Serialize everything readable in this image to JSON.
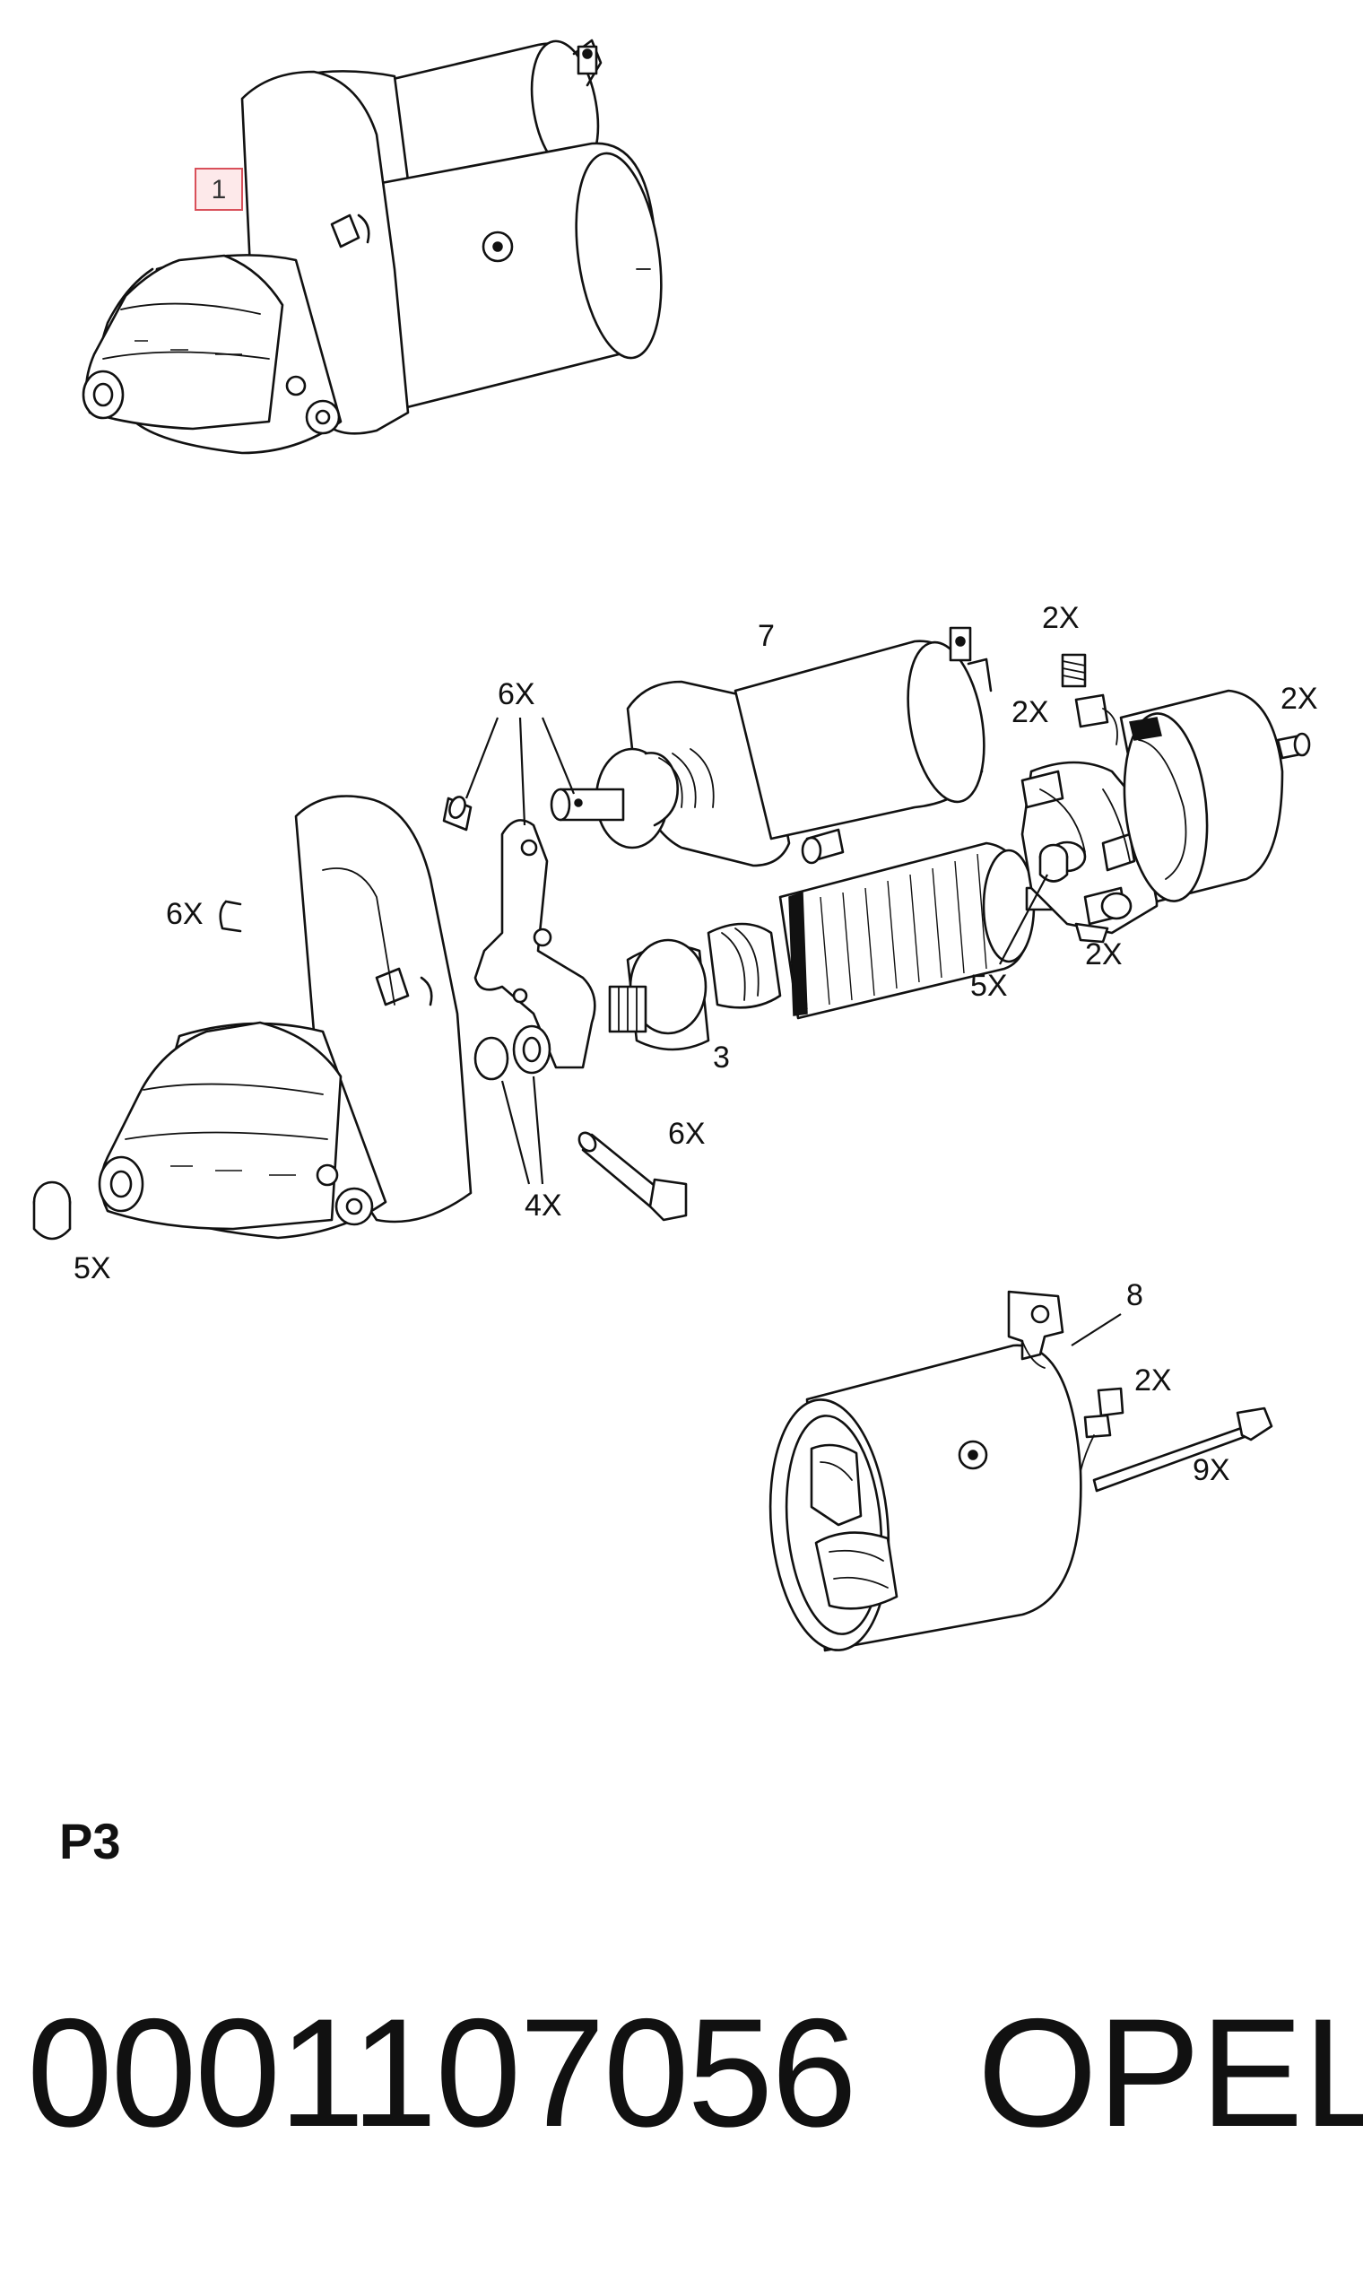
{
  "callout": {
    "item": "1"
  },
  "labels": {
    "pin": "6X",
    "washer_left": "6X",
    "bushing_left": "5X",
    "lever_parts": "4X",
    "bolt": "6X",
    "solenoid": "7",
    "armature": "3",
    "brush_bushing": "5X",
    "spring_top": "2X",
    "brush_top": "2X",
    "screw_right": "2X",
    "brush_bottom": "2X",
    "field_link": "8",
    "field_brush": "2X",
    "through_bolt": "9X"
  },
  "page_tag": "P3",
  "part_number": "0001107056",
  "brand": "OPEL"
}
